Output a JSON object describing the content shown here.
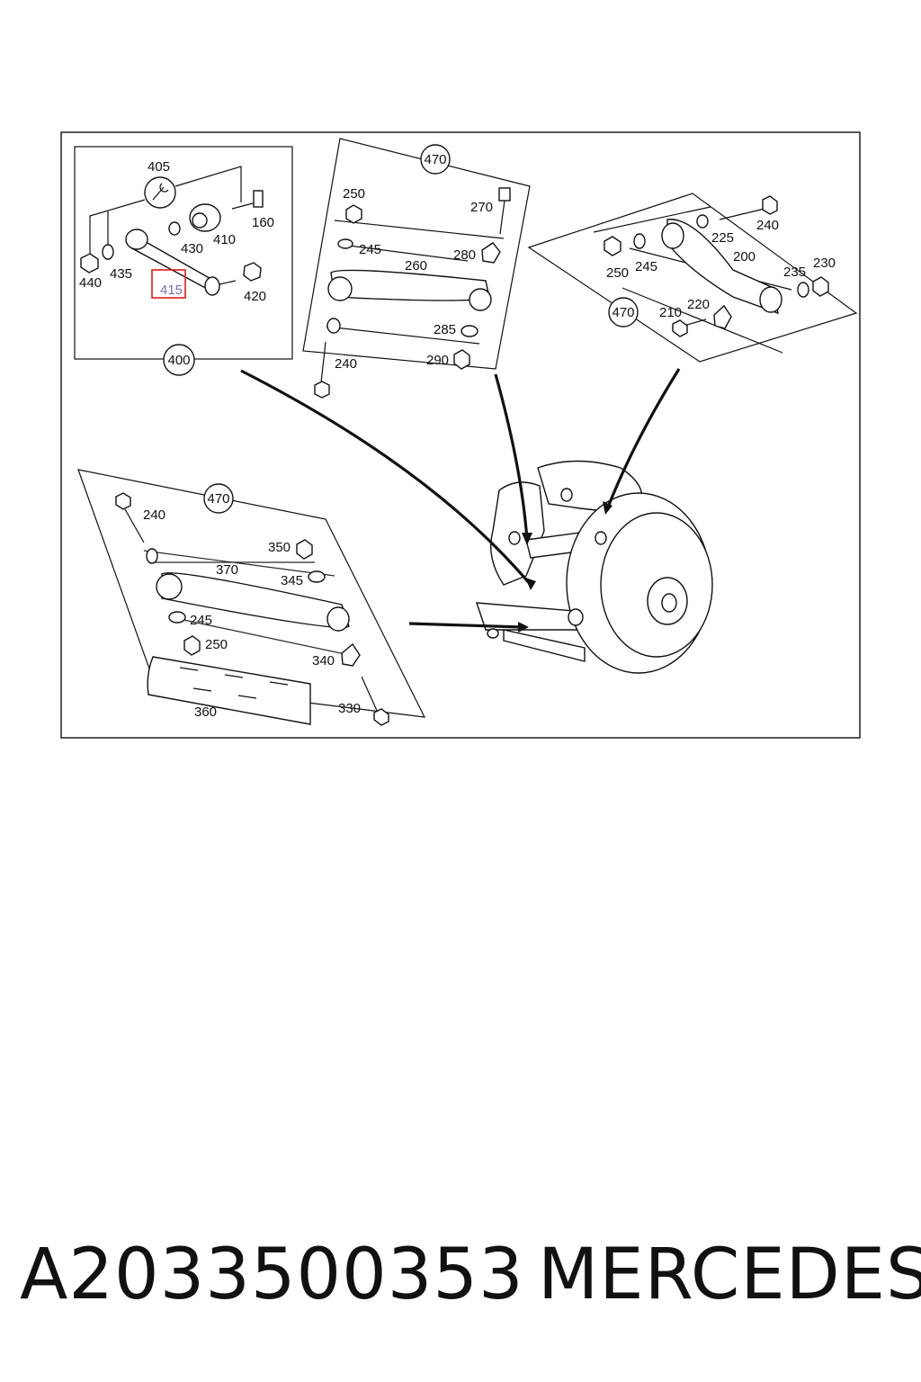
{
  "diagram": {
    "labels": {
      "l405": "405",
      "l160": "160",
      "l410": "410",
      "l430": "430",
      "l435": "435",
      "l440": "440",
      "l415": "415",
      "l420": "420",
      "l400": "400",
      "l470a": "470",
      "l250a": "250",
      "l270": "270",
      "l245a": "245",
      "l280": "280",
      "l260": "260",
      "l285": "285",
      "l290": "290",
      "l240a": "240",
      "l240b": "240",
      "l225": "225",
      "l200": "200",
      "l250b": "250",
      "l245b": "245",
      "l235": "235",
      "l230": "230",
      "l470b": "470",
      "l210": "210",
      "l220": "220",
      "l470c": "470",
      "l240c": "240",
      "l350": "350",
      "l370": "370",
      "l345": "345",
      "l245c": "245",
      "l250c": "250",
      "l340": "340",
      "l360": "360",
      "l330": "330"
    }
  },
  "footer": {
    "part_number": "A2033500353",
    "brand": "MERCEDES"
  }
}
